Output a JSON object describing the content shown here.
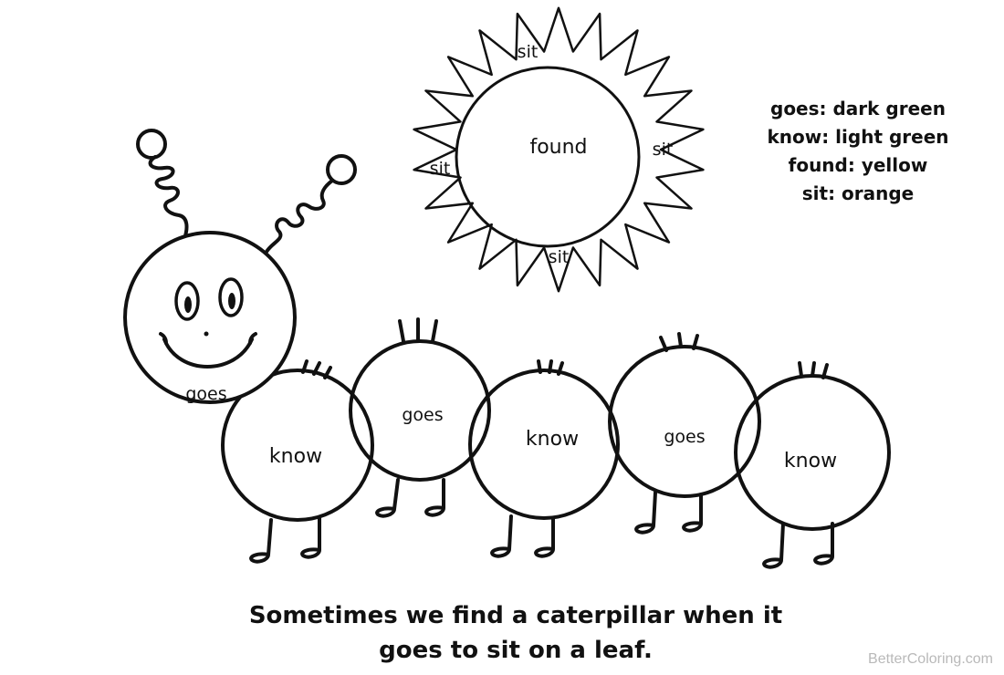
{
  "sun": {
    "center_word": "found",
    "ray_words": [
      "sit",
      "sit",
      "sit",
      "sit"
    ]
  },
  "caterpillar": {
    "head_word": "goes",
    "segment_words": [
      "know",
      "goes",
      "know",
      "goes",
      "know"
    ]
  },
  "color_key": [
    "goes: dark green",
    "know: light green",
    "found: yellow",
    "sit: orange"
  ],
  "sentence": {
    "line1": "Sometimes we find a caterpillar when it",
    "line2": "goes to sit on a leaf."
  },
  "watermark": "BetterColoring.com",
  "colors": {
    "ink": "#111111",
    "paper": "#ffffff",
    "watermark": "#b9b9b9"
  }
}
